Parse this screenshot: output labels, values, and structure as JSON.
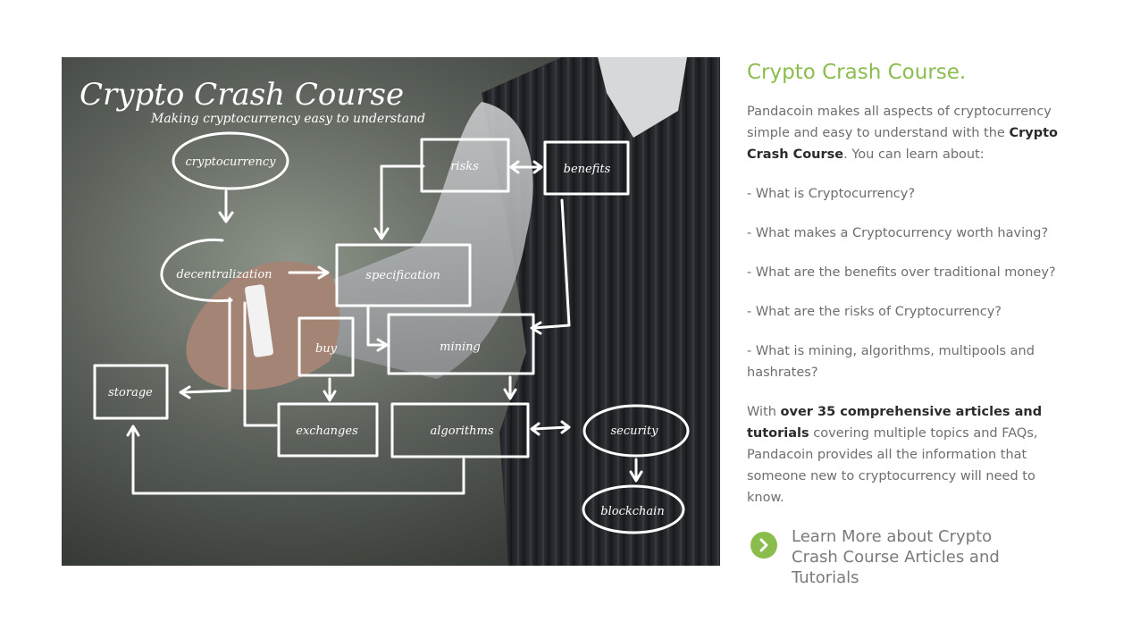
{
  "hero": {
    "heading": "Crypto Crash Course",
    "subheading": "Making cryptocurrency easy to understand",
    "nodes": {
      "cryptocurrency": "cryptocurrency",
      "risks": "risks",
      "benefits": "benefits",
      "decentralization": "decentralization",
      "specification": "specification",
      "buy": "buy",
      "mining": "mining",
      "storage": "storage",
      "exchanges": "exchanges",
      "algorithms": "algorithms",
      "security": "security",
      "blockchain": "blockchain"
    }
  },
  "panel": {
    "title": "Crypto Crash Course.",
    "intro_a": "Pandacoin makes all aspects of cryptocurrency simple and easy to understand with the ",
    "intro_bold": "Crypto Crash Course",
    "intro_b": ". You can learn about:",
    "topics": [
      "- What is Cryptocurrency?",
      "- What makes a Cryptocurrency worth having?",
      "- What are the benefits over traditional money?",
      "- What are the risks of Cryptocurrency?",
      "- What is mining, algorithms, multipools and hashrates?"
    ],
    "summary_a": "With ",
    "summary_bold": "over 35 comprehensive articles and tutorials",
    "summary_b": " covering multiple topics and FAQs, Pandacoin provides all the information that someone new to cryptocurrency will need to know.",
    "cta_label": "Learn More about Crypto Crash Course Articles and Tutorials"
  },
  "colors": {
    "accent": "#8bbd4e",
    "body_text": "#6e6e6e",
    "bold_text": "#2b2b2b"
  },
  "icons": {
    "cta": "chevron-right-circle-icon"
  }
}
